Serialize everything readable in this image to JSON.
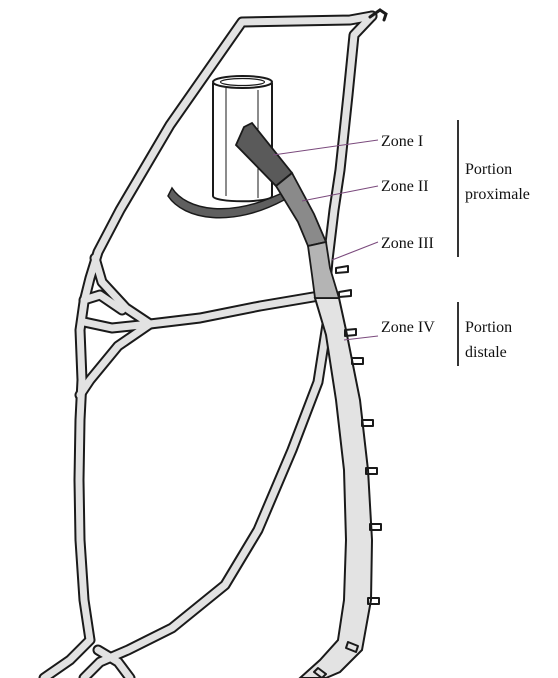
{
  "zones": [
    {
      "label": "Zone I",
      "color": "#5a5a5a"
    },
    {
      "label": "Zone II",
      "color": "#8a8a8a"
    },
    {
      "label": "Zone III",
      "color": "#b4b4b4"
    },
    {
      "label": "Zone IV",
      "color": "#e3e3e3"
    }
  ],
  "groups": {
    "proximal": {
      "line1": "Portion",
      "line2": "proximale"
    },
    "distal": {
      "line1": "Portion",
      "line2": "distale"
    }
  },
  "colors": {
    "outline": "#1a1a1a",
    "vessel_fill": "#e2e2e2",
    "leader": "#7b4a7d"
  }
}
